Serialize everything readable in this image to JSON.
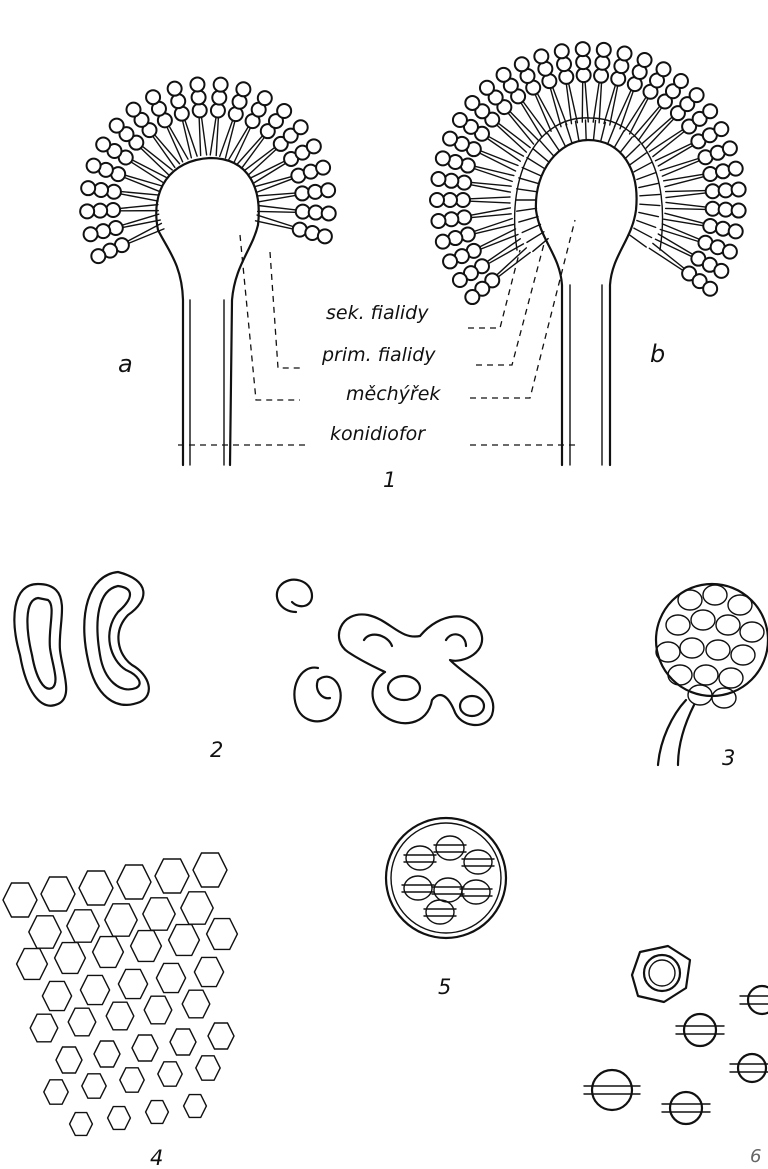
{
  "figure_1": {
    "number": "1",
    "left_label": "a",
    "right_label": "b",
    "terms": {
      "secondary_phialides": "sek. fialidy",
      "primary_phialides": "prim. fialidy",
      "vesicle": "měchýřek",
      "conidiophore": "konidiofor"
    }
  },
  "figure_2": {
    "number": "2"
  },
  "figure_3": {
    "number": "3"
  },
  "figure_4": {
    "number": "4"
  },
  "figure_5": {
    "number": "5"
  },
  "figure_6": {
    "number": "6"
  }
}
